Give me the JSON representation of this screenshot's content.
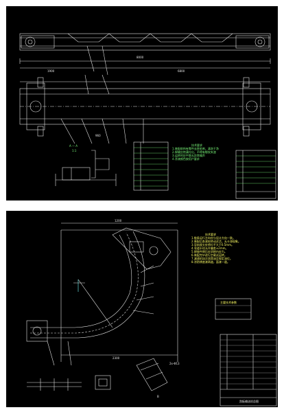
{
  "sheet1": {
    "section_label": "A — A",
    "scale_label": "1:1",
    "notes_title": "技术要求",
    "notes_lines": [
      "1.装配前所有零件去除毛刺，清洗干净",
      "2.焊缝应饱满均匀，不得有裂纹夹渣",
      "3.运转时应平稳无异常噪声",
      "4.涂漆颜色按用户要求"
    ],
    "dim_total": "8000",
    "dim_a": "1900",
    "dim_b": "960",
    "dim_c": "6800"
  },
  "sheet2": {
    "notes_title": "技术要求",
    "notes_lines": [
      "1.链条运行方向应与设计方向一致。",
      "2.装配后各滚轮转动灵活，无卡滞现象。",
      "3.导轨接头处错位不大于0.5mm。",
      "4.弯道半径允许偏差±2mm。",
      "5.焊接件焊后应消除内应力。",
      "6.装配完毕进行空载试运转。",
      "7.减速机加注润滑油至规定油位。",
      "8.涂防锈底漆两道，面漆一道。"
    ],
    "dim_top": "1200",
    "dim_width": "2300",
    "detail_label": "2x-Φ13",
    "view_label": "B",
    "table_title": "主要技术参数",
    "title_block_name": "刮板输送机总图"
  },
  "colors": {
    "background": "#000000",
    "line": "#e6e6e6",
    "green": "#7dff7d",
    "cyan": "#77ffff",
    "yellow": "#ffff66"
  }
}
